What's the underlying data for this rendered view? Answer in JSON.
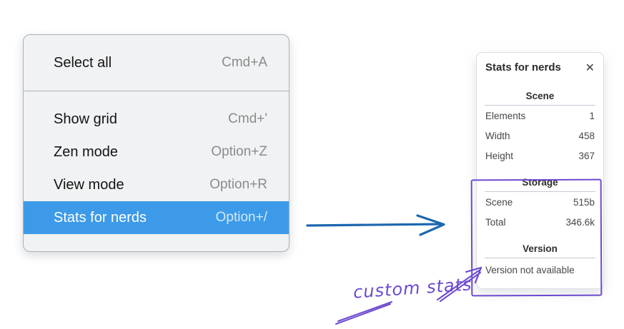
{
  "colors": {
    "menu_highlight": "#3d9ae8",
    "flow_arrow": "#1c67af",
    "annotation": "#6c4ad0"
  },
  "menu": {
    "sections": [
      {
        "items": [
          {
            "label": "Select all",
            "shortcut": "Cmd+A",
            "highlighted": false
          }
        ]
      },
      {
        "items": [
          {
            "label": "Show grid",
            "shortcut": "Cmd+'",
            "highlighted": false
          },
          {
            "label": "Zen mode",
            "shortcut": "Option+Z",
            "highlighted": false
          },
          {
            "label": "View mode",
            "shortcut": "Option+R",
            "highlighted": false
          },
          {
            "label": "Stats for nerds",
            "shortcut": "Option+/",
            "highlighted": true
          }
        ]
      }
    ]
  },
  "stats_panel": {
    "title": "Stats for nerds",
    "close_icon": "✕",
    "sections": [
      {
        "header": "Scene",
        "rows": [
          [
            "Elements",
            "1"
          ],
          [
            "Width",
            "458"
          ],
          [
            "Height",
            "367"
          ]
        ]
      },
      {
        "header": "Storage",
        "rows": [
          [
            "Scene",
            "515b"
          ],
          [
            "Total",
            "346.6k"
          ]
        ]
      },
      {
        "header": "Version",
        "rows": [],
        "note": "Version not available"
      }
    ]
  },
  "annotation": {
    "label": "custom stats"
  }
}
